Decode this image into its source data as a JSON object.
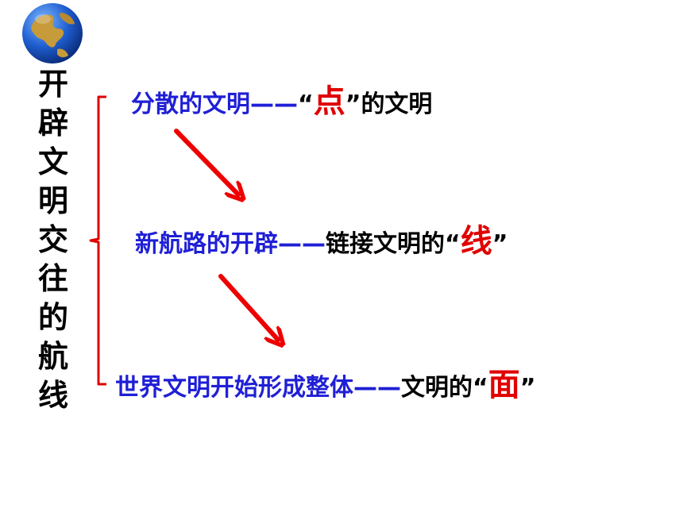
{
  "title_chars": [
    "开",
    "辟",
    "文",
    "明",
    "交",
    "往",
    "的",
    "航",
    "线"
  ],
  "rows": [
    {
      "lead": "分散的文明",
      "dash": "——",
      "open_quote": "“",
      "key": "点",
      "close_quote": "”",
      "tail": "的文明"
    },
    {
      "lead": "新航路的开辟",
      "dash": "——",
      "mid": "链接文明的",
      "open_quote": "“",
      "key": "线",
      "close_quote": "”"
    },
    {
      "lead": "世界文明开始形成整体",
      "dash": "——",
      "mid": "文明的",
      "open_quote": "“",
      "key": "面",
      "close_quote": "”"
    }
  ],
  "colors": {
    "heading_blue": "#1f1fd6",
    "accent_red": "#e00000",
    "brace_red": "#e00000",
    "arrow_red": "#ee0000",
    "text_black": "#000000"
  },
  "icons": {
    "globe": "globe-icon",
    "arrow": "arrow-down-right-icon",
    "brace": "left-brace"
  }
}
